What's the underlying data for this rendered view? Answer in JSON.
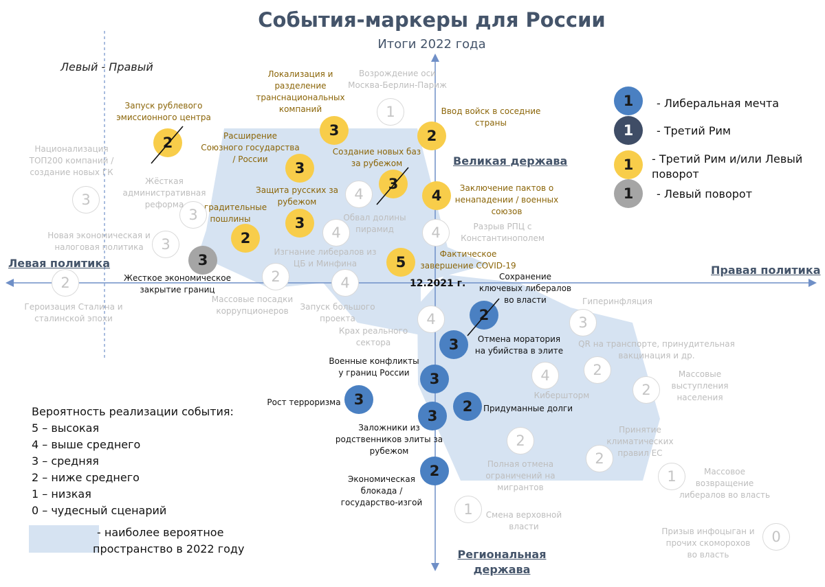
{
  "title": "События-маркеры для России",
  "subtitle": "Итоги 2022 года",
  "left_right_label": "Левый - Правый",
  "axes": {
    "left": "Левая политика",
    "right": "Правая политика",
    "top": "Великая держава",
    "bottom_line1": "Региональная",
    "bottom_line2": "держава",
    "center_date": "12.2021 г."
  },
  "colors": {
    "liberal": "#4a80c2",
    "third_rome": "#3f4d66",
    "third_rome_left": "#f8cd4a",
    "left_turn": "#a5a5a5",
    "inactive": "#d9d9d9",
    "space": "#d6e3f2",
    "axis": "#6f8fc7",
    "title": "#44546a"
  },
  "legend": [
    {
      "digit": "1",
      "style": "blue",
      "text": "- Либеральная мечта"
    },
    {
      "digit": "1",
      "style": "dark",
      "text": "- Третий Рим"
    },
    {
      "digit": "1",
      "style": "yellow",
      "text": "- Третий Рим и/или Левый поворот"
    },
    {
      "digit": "1",
      "style": "gray",
      "text": "- Левый поворот"
    }
  ],
  "probability": {
    "title": "Вероятность реализации события:",
    "items": [
      "5 – высокая",
      "4 – выше среднего",
      "3 – средняя",
      "2 – ниже среднего",
      "1 – низкая",
      "0 – чудесный сценарий"
    ]
  },
  "space_legend": {
    "line1": "- наиболее вероятное",
    "line2": "пространство в 2022 году"
  },
  "events": [
    {
      "id": "ruble-emission",
      "value": 2,
      "style": "yellow",
      "crossed": true,
      "text": [
        "Запуск рублевого",
        "эмиссионного центра"
      ]
    },
    {
      "id": "localization",
      "value": 3,
      "style": "yellow",
      "crossed": false,
      "text": [
        "Локализация и",
        "разделение",
        "транснациональных",
        "компаний"
      ]
    },
    {
      "id": "troops-neighbors",
      "value": 2,
      "style": "yellow",
      "crossed": false,
      "text": [
        "Ввод войск в соседние",
        "страны"
      ]
    },
    {
      "id": "union-state",
      "value": 3,
      "style": "yellow",
      "crossed": false,
      "text": [
        "Расширение",
        "Союзного государства",
        "/ России"
      ]
    },
    {
      "id": "new-bases",
      "value": 3,
      "style": "yellow",
      "crossed": true,
      "text": [
        "Создание новых баз",
        "за рубежом"
      ]
    },
    {
      "id": "protect-russians",
      "value": 3,
      "style": "yellow",
      "crossed": false,
      "text": [
        "Защита русских за",
        "рубежом"
      ]
    },
    {
      "id": "non-aggression",
      "value": 4,
      "style": "yellow",
      "crossed": false,
      "text": [
        "Заключение пактов о",
        "ненападении / военных",
        "союзов"
      ]
    },
    {
      "id": "tariffs",
      "value": 2,
      "style": "yellow",
      "crossed": false,
      "text": [
        "Заградительные",
        "пошлины"
      ]
    },
    {
      "id": "covid-end",
      "value": 5,
      "style": "yellow",
      "crossed": false,
      "text": [
        "Фактическое",
        "завершение COVID-19"
      ]
    },
    {
      "id": "border-closing",
      "value": 3,
      "style": "gray",
      "crossed": false,
      "text": [
        "Жесткое экономическое",
        "закрытие границ"
      ]
    },
    {
      "id": "liberals-keep",
      "value": 2,
      "style": "blue",
      "crossed": true,
      "text": [
        "Сохранение",
        "ключевых либералов",
        "во власти"
      ]
    },
    {
      "id": "moratorium",
      "value": 3,
      "style": "blue",
      "crossed": false,
      "text": [
        "Отмена моратория",
        "на убийства в элите"
      ]
    },
    {
      "id": "border-conflicts",
      "value": 3,
      "style": "blue",
      "crossed": false,
      "text": [
        "Военные конфликты",
        "у границ России"
      ]
    },
    {
      "id": "terrorism",
      "value": 3,
      "style": "blue",
      "crossed": false,
      "text": [
        "Рост терроризма"
      ]
    },
    {
      "id": "fake-debts",
      "value": 2,
      "style": "blue",
      "crossed": false,
      "text": [
        "Придуманные долги"
      ]
    },
    {
      "id": "hostages",
      "value": 3,
      "style": "blue",
      "crossed": false,
      "text": [
        "Заложники из",
        "родственников элиты за",
        "рубежом"
      ]
    },
    {
      "id": "blockade",
      "value": 2,
      "style": "blue",
      "crossed": false,
      "text": [
        "Экономическая",
        "блокада /",
        "государство-изгой"
      ]
    },
    {
      "id": "axis-revival",
      "value": 1,
      "style": "ghost",
      "crossed": false,
      "text": [
        "Возрождение оси",
        "Москва-Берлин-Париж"
      ]
    },
    {
      "id": "nationalization",
      "value": 3,
      "style": "ghost",
      "crossed": false,
      "text": [
        "Национализация",
        "ТОП200 компаний /",
        "создание новых ГК"
      ]
    },
    {
      "id": "hard-reform",
      "value": 3,
      "style": "ghost",
      "crossed": false,
      "text": [
        "Жёсткая",
        "административная",
        "реформа"
      ]
    },
    {
      "id": "new-economic",
      "value": 3,
      "style": "ghost",
      "crossed": false,
      "text": [
        "Новая экономическая и",
        "налоговая политика"
      ]
    },
    {
      "id": "stalin",
      "value": 2,
      "style": "ghost",
      "crossed": false,
      "text": [
        "Героизация Сталина и",
        "сталинской эпохи"
      ]
    },
    {
      "id": "pyramids",
      "value": 4,
      "style": "ghost",
      "crossed": false,
      "text": [
        "Обвал долины",
        "пирамид"
      ]
    },
    {
      "id": "expel-liberals",
      "value": 4,
      "style": "ghost",
      "crossed": false,
      "text": [
        "Изгнание либералов из",
        "ЦБ и Минфина"
      ]
    },
    {
      "id": "church-split",
      "value": 4,
      "style": "ghost",
      "crossed": false,
      "text": [
        "Разрыв РПЦ с",
        "Константинополем"
      ]
    },
    {
      "id": "corruption-arrests",
      "value": 2,
      "style": "ghost",
      "crossed": false,
      "text": [
        "Массовые посадки",
        "коррупционеров"
      ]
    },
    {
      "id": "big-project",
      "value": 4,
      "style": "ghost",
      "crossed": false,
      "text": [
        "Запуск большого",
        "проекта"
      ]
    },
    {
      "id": "real-sector",
      "value": 4,
      "style": "ghost",
      "crossed": false,
      "text": [
        "Крах реального",
        "сектора"
      ]
    },
    {
      "id": "hyperinflation",
      "value": 3,
      "style": "ghost",
      "crossed": false,
      "text": [
        "Гиперинфляция"
      ]
    },
    {
      "id": "qr-codes",
      "value": 2,
      "style": "ghost",
      "crossed": false,
      "text": [
        "QR на транспорте, принудительная",
        "вакцинация и др."
      ]
    },
    {
      "id": "cyberstorm",
      "value": 4,
      "style": "ghost",
      "crossed": false,
      "text": [
        "Кибершторм"
      ]
    },
    {
      "id": "protests",
      "value": 2,
      "style": "ghost",
      "crossed": false,
      "text": [
        "Массовые",
        "выступления",
        "населения"
      ]
    },
    {
      "id": "migrants",
      "value": 2,
      "style": "ghost",
      "crossed": false,
      "text": [
        "Полная отмена",
        "ограничений на",
        "мигрантов"
      ]
    },
    {
      "id": "climate",
      "value": 2,
      "style": "ghost",
      "crossed": false,
      "text": [
        "Принятие",
        "климатических",
        "правил ЕС"
      ]
    },
    {
      "id": "liberals-return",
      "value": 1,
      "style": "ghost",
      "crossed": false,
      "text": [
        "Массовое",
        "возвращение",
        "либералов во власть"
      ]
    },
    {
      "id": "vertical-change",
      "value": 1,
      "style": "ghost",
      "crossed": false,
      "text": [
        "Смена верховной",
        "власти"
      ]
    },
    {
      "id": "info-gypsies",
      "value": 0,
      "style": "ghost",
      "crossed": false,
      "text": [
        "Призыв инфоцыган и",
        "прочих скоморохов",
        "во власть"
      ]
    }
  ]
}
